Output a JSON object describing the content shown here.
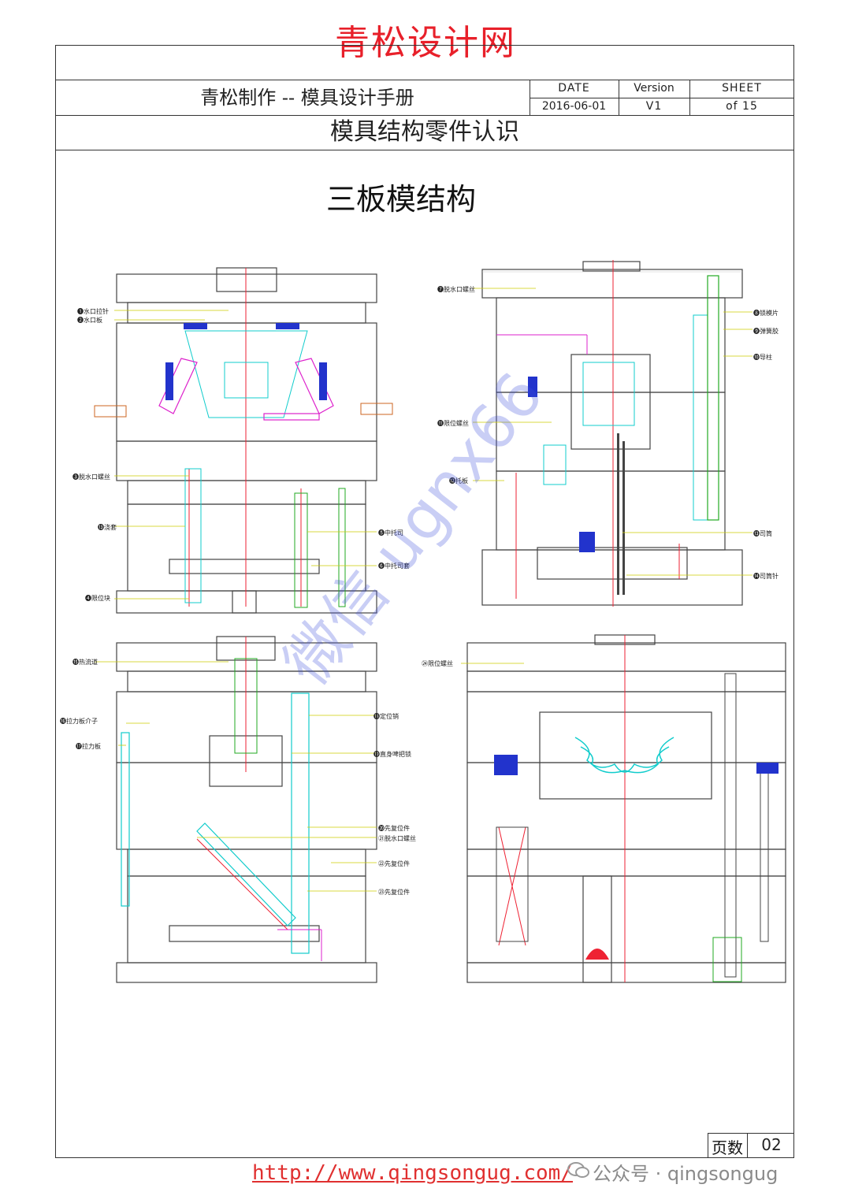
{
  "brand": "青松设计网",
  "header": {
    "title": "青松制作  --    模具设计手册",
    "date_label": "DATE",
    "date_value": "2016-06-01",
    "version_label": "Version",
    "version_value": "V1",
    "sheet_label": "SHEET",
    "sheet_value": "of 15"
  },
  "section_title": "模具结构零件认识",
  "drawing_title": "三板模结构",
  "callouts": {
    "q1": [
      "❶水口拉针",
      "❷水口板",
      "❸脱水口螺丝",
      "⓭浇套",
      "❹限位块",
      "❺中托司",
      "❻中托司套"
    ],
    "q2": [
      "❼脱水口螺丝",
      "❽锁模片",
      "❾弹簧胶",
      "❿导柱",
      "⓫限位螺丝",
      "⓬托板",
      "⓭司筒",
      "⓮司筒针"
    ],
    "q3": [
      "⓯热流道",
      "⓰拉力板介子",
      "⓱拉力板",
      "⓲定位销",
      "⓳直身啤把锁",
      "⓴先复位件",
      "㉑脱水口螺丝",
      "㉒先复位件",
      "㉓先复位件"
    ],
    "q4": [
      "㉔限位螺丝"
    ]
  },
  "footer": {
    "page_label": "页数",
    "page_value": "02",
    "url": "http://www.qingsongug.com/",
    "wechat": "公众号 · qingsongug"
  },
  "watermark": "微信 ugnx66"
}
